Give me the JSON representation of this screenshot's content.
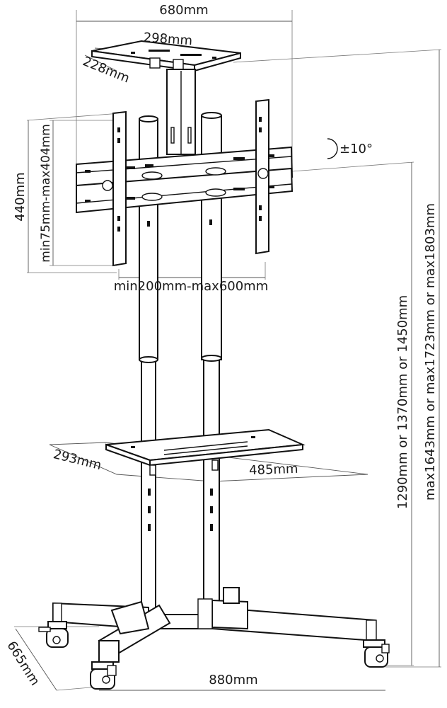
{
  "dimensions": {
    "overall_width": "680mm",
    "top_tray_width": "298mm",
    "top_tray_depth": "228mm",
    "mount_height": "440mm",
    "vesa_vertical": "min75mm-max404mm",
    "vesa_horizontal": "min200mm-max600mm",
    "tilt": "±10°",
    "shelf_depth": "293mm",
    "shelf_width": "485mm",
    "center_height": "1290mm or 1370mm or 1450mm",
    "total_height": "max1643mm or max1723mm or max1803mm",
    "base_depth": "665mm",
    "base_width": "880mm"
  },
  "colors": {
    "line": "#111111",
    "dimension_line": "#555555",
    "background": "#ffffff"
  }
}
